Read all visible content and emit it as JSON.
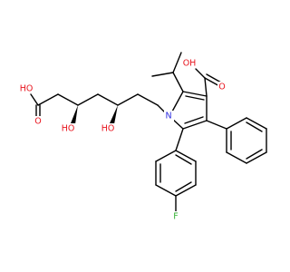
{
  "molecule": {
    "atom_labels": {
      "cooh_left_o": "O",
      "cooh_left_oh": "HO",
      "oh_c3": "HO",
      "oh_c5": "HO",
      "nitrogen": "N",
      "cooh_right_oh": "OH",
      "cooh_right_o": "O",
      "fluorine": "F"
    },
    "colors": {
      "bond": "#000000",
      "oxygen": "#e8141e",
      "nitrogen": "#2b2be0",
      "fluorine": "#33b233"
    }
  }
}
